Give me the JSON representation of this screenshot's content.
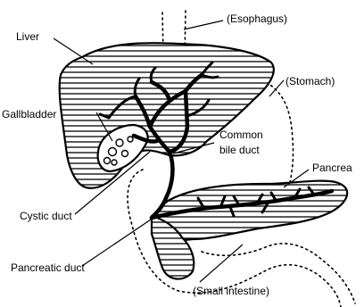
{
  "labels": {
    "esophagus": "(Esophagus)",
    "liver": "Liver",
    "stomach": "(Stomach)",
    "gallbladder": "Gallbladder",
    "common_bile_duct_line1": "Common",
    "common_bile_duct_line2": "bile duct",
    "pancreas": "Pancrea",
    "cystic_duct": "Cystic duct",
    "pancreatic_duct": "Pancreatic duct",
    "small_intestine": "(Small intestine)"
  }
}
